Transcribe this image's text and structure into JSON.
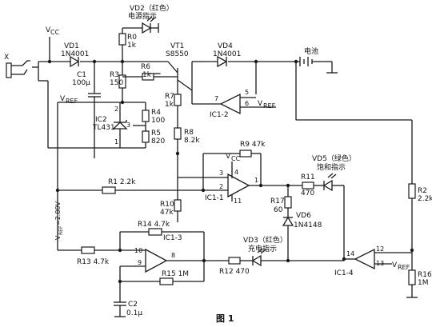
{
  "labels": {
    "vd2": "VD2（红色）",
    "vd2_desc": "电源指示",
    "vcc_top": "V",
    "vcc_top_sub": "CC",
    "x": "X",
    "vd1": "VD1",
    "vd1_part": "1N4001",
    "r0": "R0",
    "r0_val": "1k",
    "vt1": "VT1",
    "vt1_part": "S8550",
    "vd4": "VD4",
    "vd4_part": "1N4001",
    "battery": "电池",
    "c1": "C1",
    "c1_val": "100μ",
    "r3": "R3",
    "r3_val": "150",
    "r6": "R6",
    "r6_val": "1k",
    "r7": "R7",
    "r7_val": "1k",
    "vref_left": "V",
    "vref_left_sub": "REF",
    "r4": "R4",
    "r4_val": "100",
    "ic2": "IC2",
    "ic2_part": "TL431",
    "r5": "R5",
    "r5_val": "820",
    "ic12": "IC1-2",
    "vref_ic12": "V",
    "vref_ic12_sub": "REF",
    "r8": "R8",
    "r8_val": "8.2k",
    "r9": "R9 47k",
    "vcc_ic": "V",
    "vcc_ic_sub": "CC",
    "vd5": "VD5（绿色）",
    "vd5_desc": "饱和指示",
    "r1": "R1 2.2k",
    "ic11": "IC1-1",
    "r11": "R11",
    "r11_val": "470",
    "r2": "R2",
    "r2_val": "2.2k",
    "r10": "R10",
    "r10_val": "47k",
    "r17": "R17",
    "r17_val": "60",
    "vref_rot": "V",
    "vref_rot_sub": "REF",
    "vref_rot_tail": "=2.80V",
    "r14": "R14 4.7k",
    "ic13": "IC1-3",
    "vd6": "VD6",
    "vd6_part": "1N4148",
    "vd3": "VD3（红色）",
    "vd3_desc": "充电指示",
    "r13": "R13 4.7k",
    "r15": "R15 1M",
    "r12": "R12 470",
    "ic14": "IC1-4",
    "vref_ic14": "V",
    "vref_ic14_sub": "REF",
    "r16": "R16",
    "r16_val": "1M",
    "c2": "C2",
    "c2_val": "0.1μ",
    "caption": "图 1"
  },
  "pins": {
    "tl431_a": "2",
    "tl431_b": "3",
    "tl431_c": "1",
    "ic12_in": "7",
    "ic12_p5": "5",
    "ic12_p6": "6",
    "ic11_p3": "3",
    "ic11_p4": "4",
    "ic11_p2": "2",
    "ic11_p1": "1",
    "ic11_p11": "11",
    "ic13_p10": "10",
    "ic13_p9": "9",
    "ic13_p8": "8",
    "ic14_p14": "14",
    "ic14_p12": "12",
    "ic14_p13": "13"
  }
}
